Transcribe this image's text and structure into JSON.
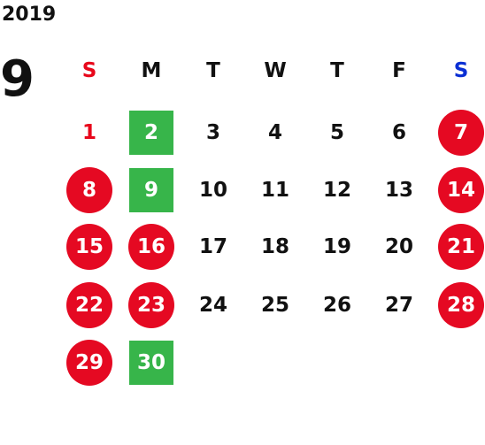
{
  "year": "2019",
  "month": "9",
  "weekdays": [
    "S",
    "M",
    "T",
    "W",
    "T",
    "F",
    "S"
  ],
  "weeks": [
    [
      "",
      "",
      "",
      "",
      "",
      "",
      ""
    ],
    [
      "1",
      "2",
      "3",
      "4",
      "5",
      "6",
      "7"
    ],
    [
      "8",
      "9",
      "10",
      "11",
      "12",
      "13",
      "14"
    ],
    [
      "15",
      "16",
      "17",
      "18",
      "19",
      "20",
      "21"
    ],
    [
      "22",
      "23",
      "24",
      "25",
      "26",
      "27",
      "28"
    ],
    [
      "29",
      "30",
      "",
      "",
      "",
      "",
      ""
    ]
  ],
  "highlight": {
    "sunday_text": "#e8071b",
    "saturday_text": "#0a2fd4",
    "holiday_circle": "#e50922",
    "event_square": "#37b54a",
    "holidays": [
      "7",
      "8",
      "14",
      "15",
      "16",
      "21",
      "22",
      "23",
      "28",
      "29"
    ],
    "events": [
      "2",
      "9",
      "30"
    ]
  }
}
